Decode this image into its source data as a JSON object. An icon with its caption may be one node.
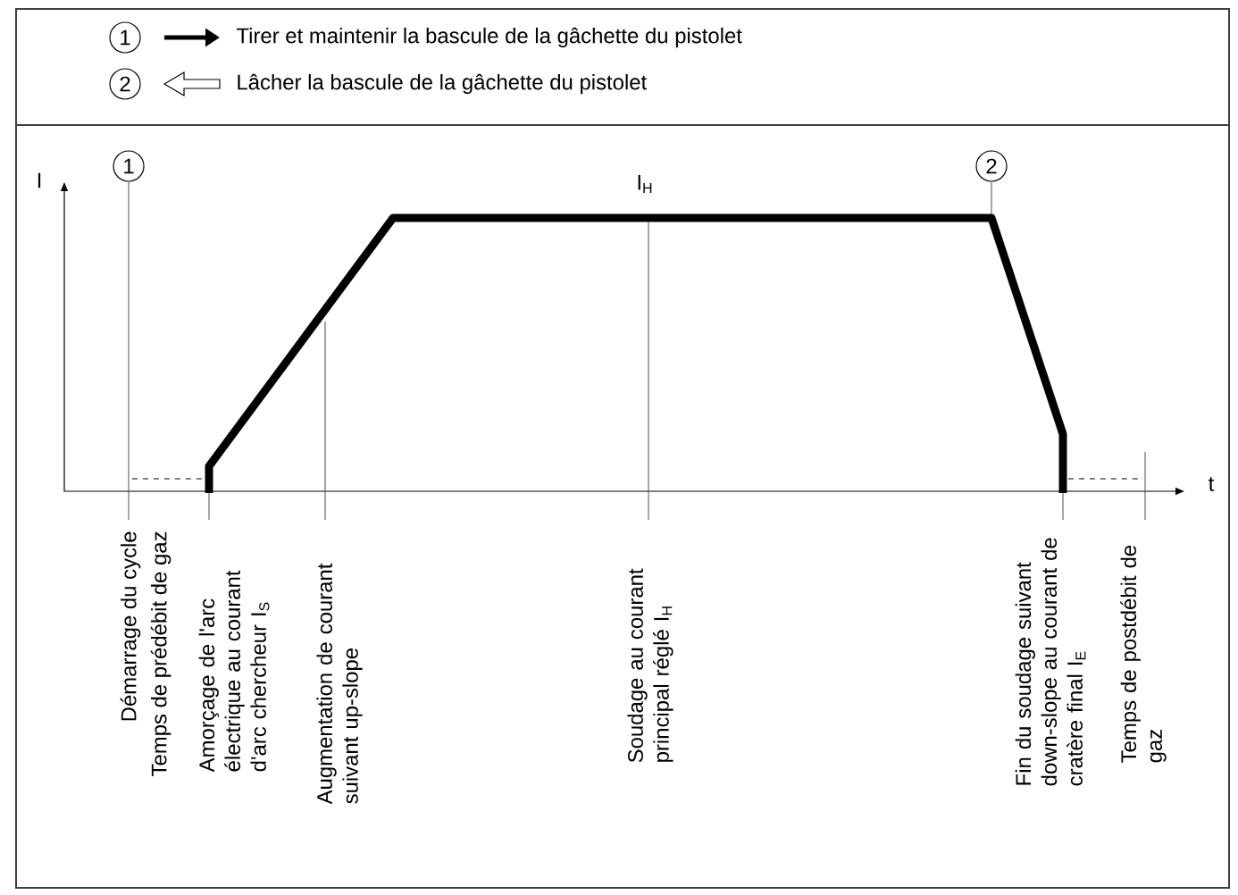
{
  "diagram": {
    "labels": [
      "1",
      "2",
      "1",
      "I",
      "I$_{H}$",
      "2",
      "t",
      "Démarrage du cycle",
      "Temps de prédébit de gaz",
      "Amorçage de l'arc électrique au courant d'arc chercheur I$_{S}$",
      "Augmentation de courant suivant up-slope",
      "Soudage au courant principal réglé I$_{H}$",
      "Fin du soudage suivant down-slope au courant de cratère final I$_{E}$",
      "Temps de postdébit de gaz"
    ],
    "legend": [
      {
        "text": "Tirer et maintenir la bascule de la gâchette du pistolet"
      },
      {
        "text": "Lâcher la bascule de la gâchette du pistolet"
      }
    ]
  }
}
